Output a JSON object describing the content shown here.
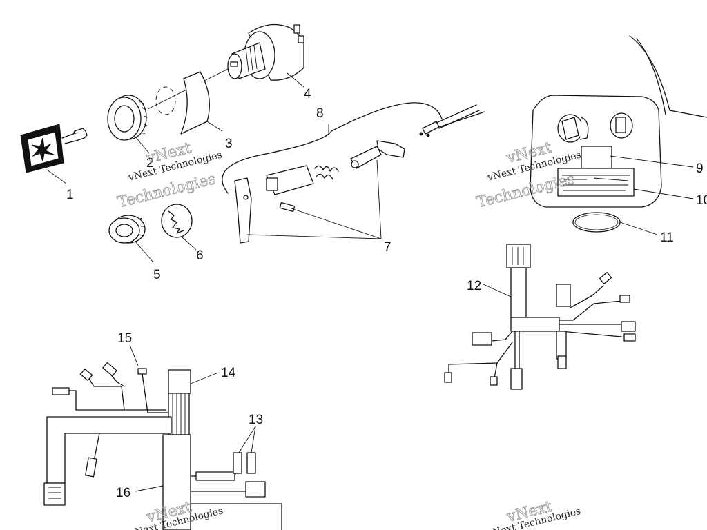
{
  "callouts": {
    "c1": "1",
    "c2": "2",
    "c3": "3",
    "c4": "4",
    "c5": "5",
    "c6": "6",
    "c7": "7",
    "c8": "8",
    "c9": "9",
    "c10": "10",
    "c11": "11",
    "c12": "12",
    "c13": "13",
    "c14": "14",
    "c15": "15",
    "c16": "16"
  },
  "watermark": {
    "brand": "vNext",
    "name": "vNext Technologies",
    "line": "Technologies"
  },
  "colors": {
    "line": "#111111",
    "watermark_outline": "#9a9a9a",
    "background": "#ffffff"
  }
}
